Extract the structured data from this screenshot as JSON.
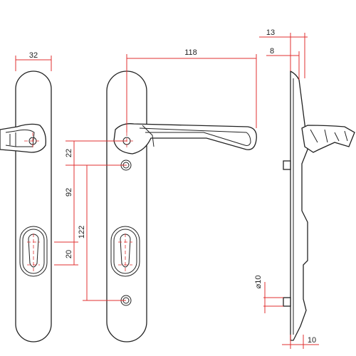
{
  "dimensions": {
    "plate_width": "32",
    "lever_length": "118",
    "side_depth_total": "13",
    "side_depth_plate": "8",
    "spindle_to_screw": "22",
    "spindle_to_cylinder": "92",
    "screw_to_screw": "122",
    "cylinder_offset": "20",
    "screw_diameter": "⌀10",
    "plate_thickness": "10"
  }
}
